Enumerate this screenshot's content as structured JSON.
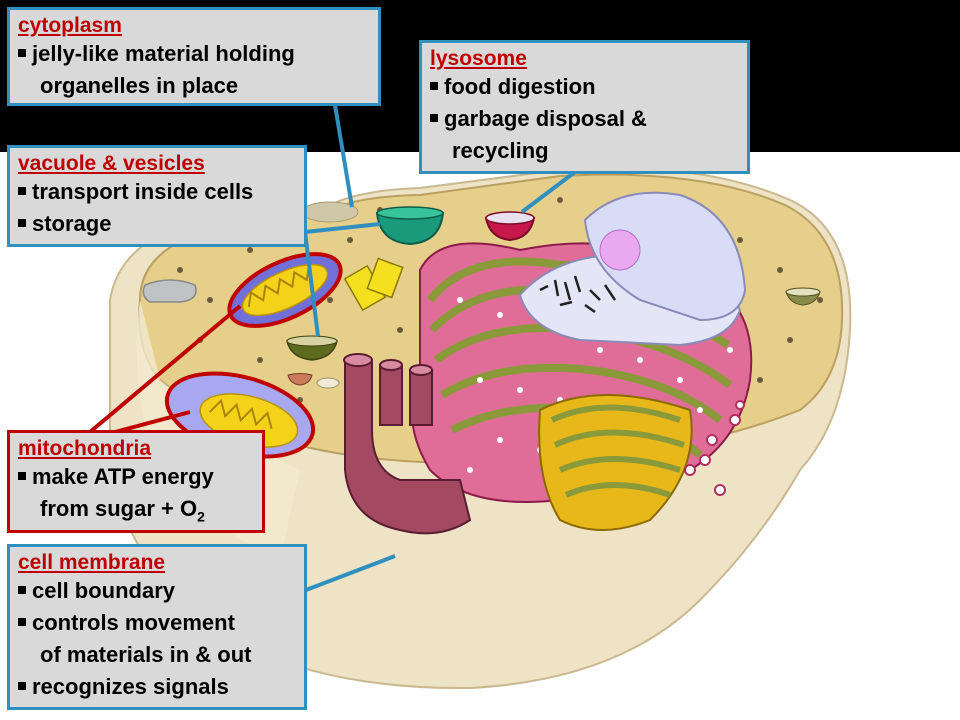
{
  "callouts": {
    "cytoplasm": {
      "title": "cytoplasm",
      "items": [
        {
          "line1": "jelly-like material holding",
          "line2": "organelles in place"
        }
      ]
    },
    "lysosome": {
      "title": "lysosome",
      "items": [
        {
          "line1": "food digestion"
        },
        {
          "line1": "garbage disposal &",
          "line2": "recycling"
        }
      ]
    },
    "vacuole": {
      "title": "vacuole & vesicles",
      "items": [
        {
          "line1": "transport inside cells"
        },
        {
          "line1": "storage"
        }
      ]
    },
    "mitochondria": {
      "title": "mitochondria",
      "items": [
        {
          "line1": "make ATP energy",
          "line2_pre": "from sugar + O",
          "line2_sub": "2"
        }
      ]
    },
    "membrane": {
      "title": "cell membrane",
      "items": [
        {
          "line1": "cell boundary"
        },
        {
          "line1": "controls movement",
          "line2": "of materials in & out"
        },
        {
          "line1": "recognizes signals"
        }
      ]
    }
  },
  "colors": {
    "callout_border_blue": "#2f8fbf",
    "callout_border_red": "#c00000",
    "title_red": "#c00000",
    "callout_fill": "#d9d9d9",
    "cytoplasm_tan": "#e6cf8a",
    "membrane_cream": "#efe3c6"
  }
}
